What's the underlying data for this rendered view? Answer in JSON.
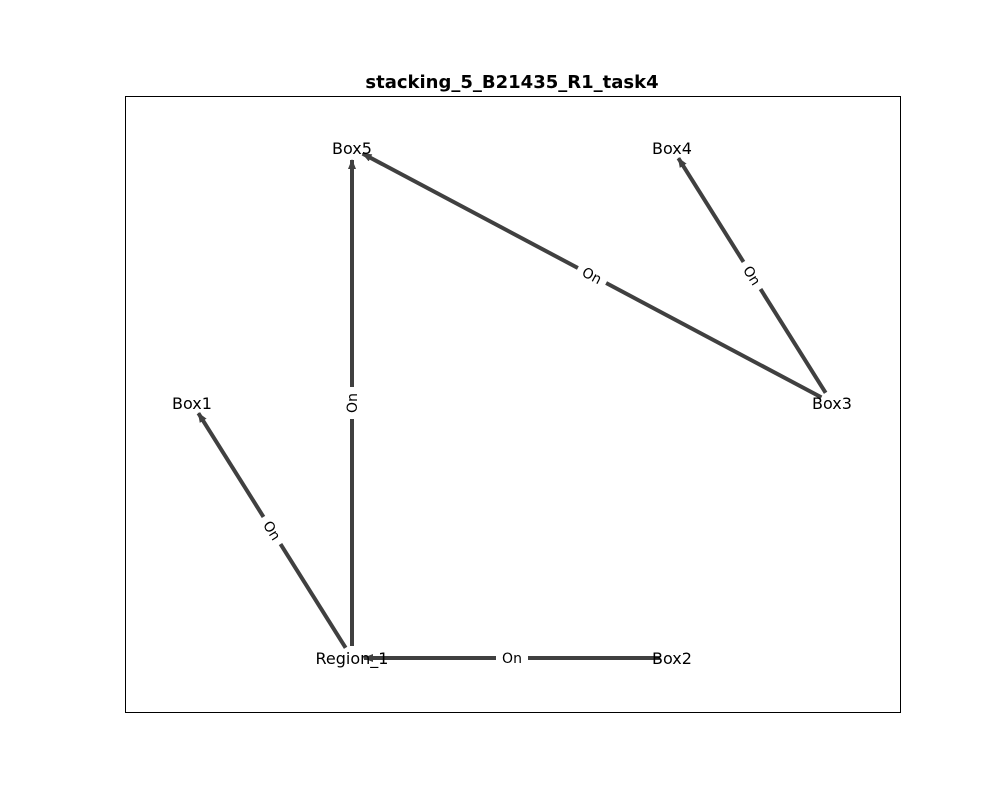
{
  "title": "stacking_5_B21435_R1_task4",
  "style": {
    "edge_color": "#404040",
    "text_color": "#000000",
    "frame_color": "#000000",
    "background": "#ffffff"
  },
  "nodes": [
    {
      "id": "Box5",
      "label": "Box5"
    },
    {
      "id": "Box4",
      "label": "Box4"
    },
    {
      "id": "Box1",
      "label": "Box1"
    },
    {
      "id": "Box3",
      "label": "Box3"
    },
    {
      "id": "Region_1",
      "label": "Region_1"
    },
    {
      "id": "Box2",
      "label": "Box2"
    }
  ],
  "edges": [
    {
      "source": "Box3",
      "target": "Box5",
      "label": "On"
    },
    {
      "source": "Box3",
      "target": "Box4",
      "label": "On"
    },
    {
      "source": "Region_1",
      "target": "Box5",
      "label": "On"
    },
    {
      "source": "Region_1",
      "target": "Box1",
      "label": "On"
    },
    {
      "source": "Box2",
      "target": "Region_1",
      "label": "On"
    }
  ]
}
